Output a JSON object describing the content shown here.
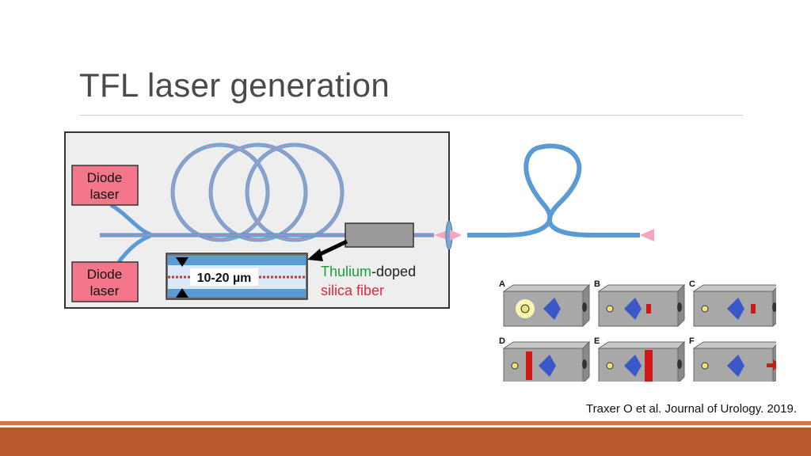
{
  "slide": {
    "title": "TFL laser generation",
    "citation": "Traxer O et al. Journal of Urology. 2019."
  },
  "diagram": {
    "diode_top_line1": "Diode",
    "diode_top_line2": "laser",
    "diode_bottom_line1": "Diode",
    "diode_bottom_line2": "laser",
    "core_size": "10-20 µm",
    "thulium_word": "Thulium",
    "doped_suffix": "-doped",
    "silica_label": "silica fiber"
  },
  "panels": [
    {
      "label": "A"
    },
    {
      "label": "B"
    },
    {
      "label": "C"
    },
    {
      "label": "D"
    },
    {
      "label": "E"
    },
    {
      "label": "F"
    }
  ],
  "colors": {
    "diode_box": "#f4768a",
    "fiber": "#5b9bd5",
    "thulium": "#1a9e3a",
    "silica": "#e0283c",
    "band": "#b95a2e"
  }
}
